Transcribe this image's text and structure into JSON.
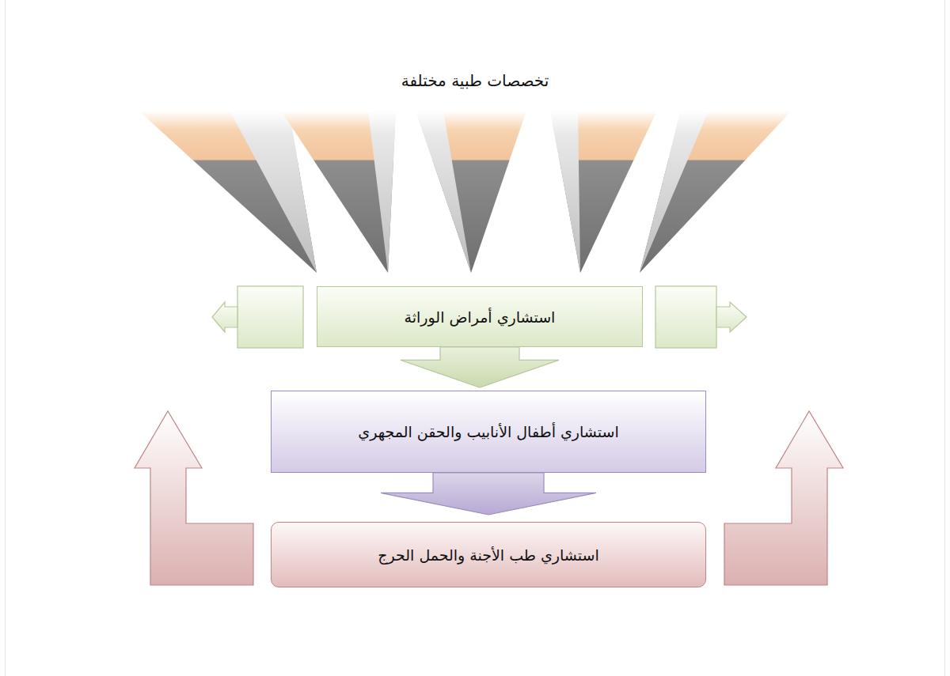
{
  "diagram": {
    "title": "تخصصات طبية مختلفة",
    "nodes": [
      {
        "text": [
          "استشاري أمراض الوراثة"
        ]
      },
      {
        "text": [
          "استشاري أطفال الأنابيب والحقن المجهري"
        ]
      },
      {
        "text": [
          "استشاري طب الأجنة والحمل الحرج"
        ]
      }
    ],
    "edges": [
      {
        "from": 0,
        "to": 1,
        "arrow": "to"
      },
      {
        "from": 1,
        "to": 2,
        "arrow": "to"
      }
    ]
  }
}
